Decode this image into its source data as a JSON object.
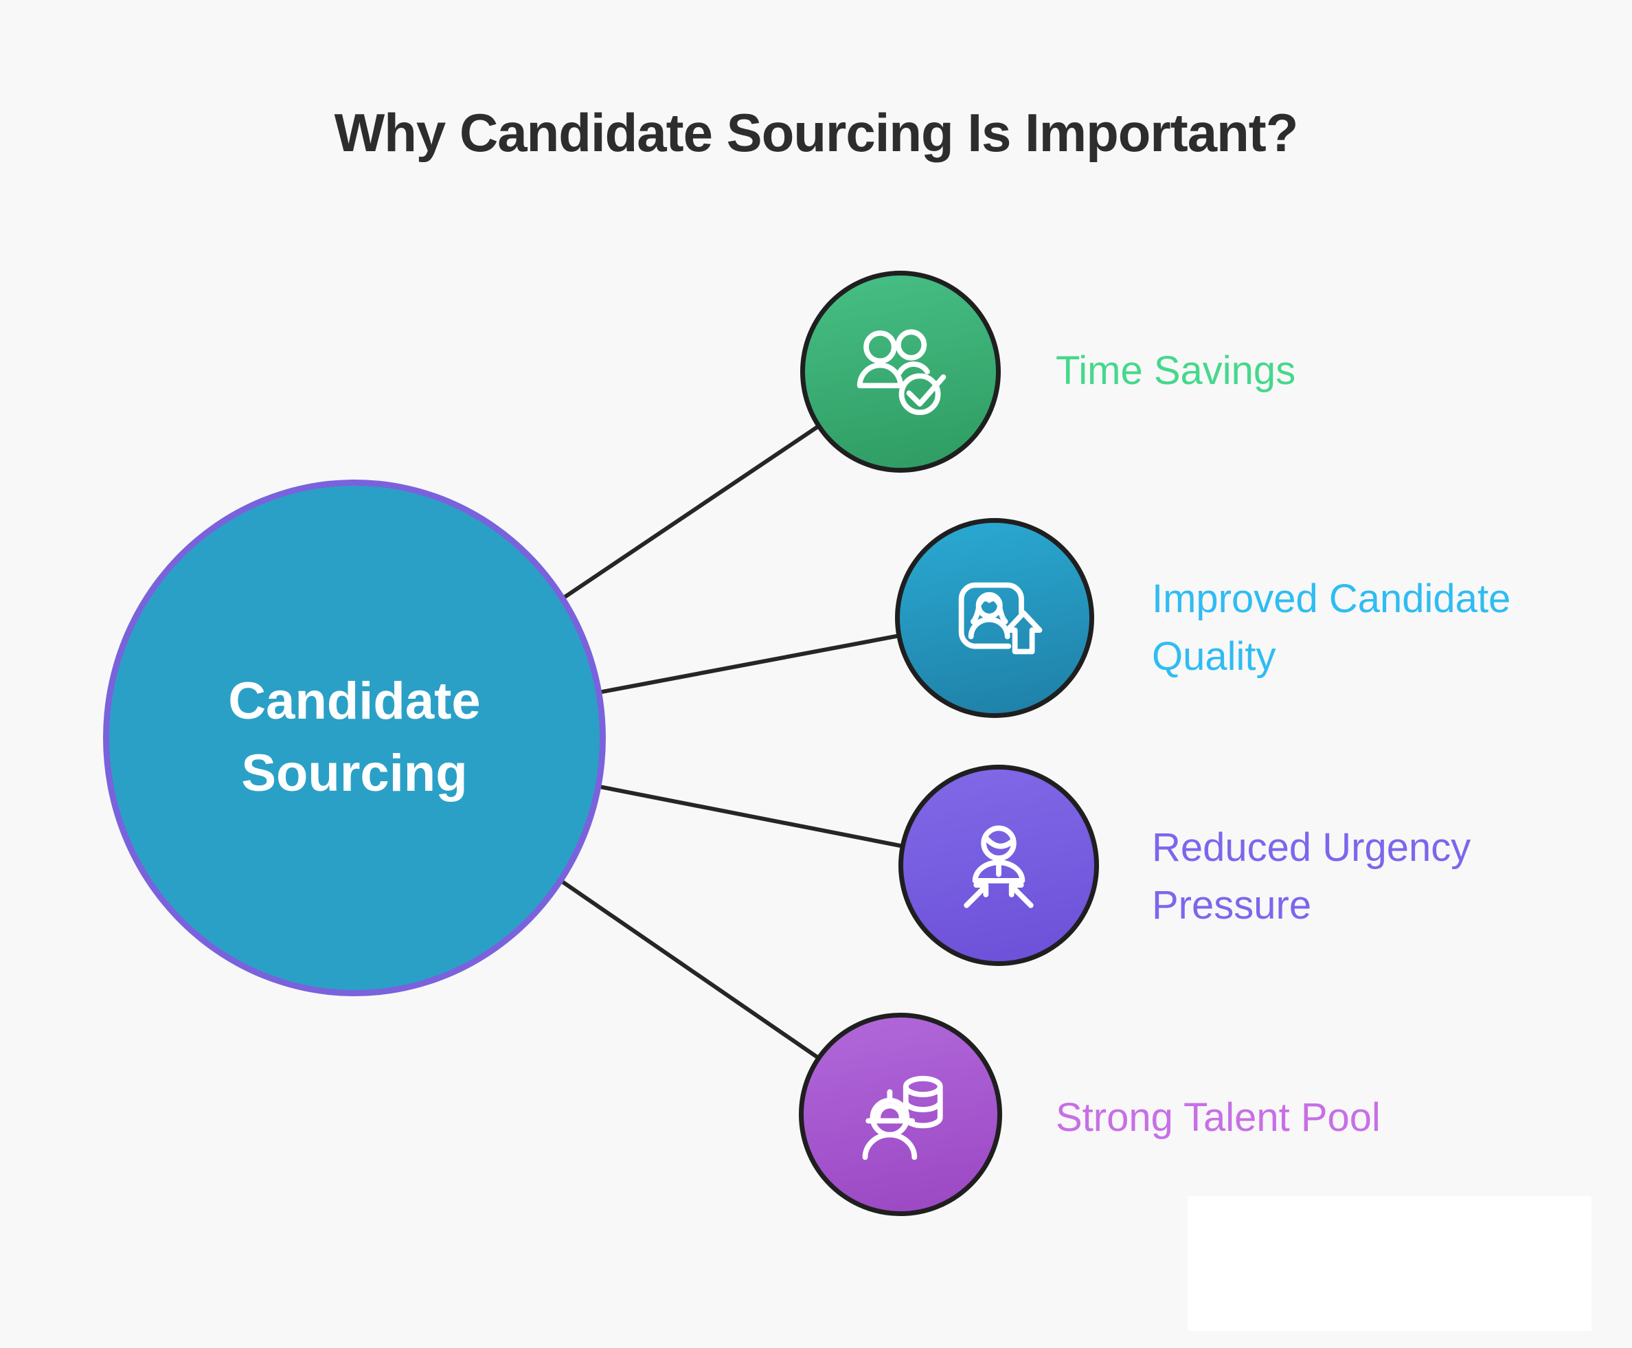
{
  "title": "Why Candidate Sourcing Is Important?",
  "title_color": "#2D2D2D",
  "background_color": "#F8F8F8",
  "connector_color": "#262626",
  "center_node": {
    "label": "Candidate Sourcing",
    "fill_color": "#2BA0C6",
    "border_color": "#7A62DC",
    "text_color": "#FFFFFF"
  },
  "branch_nodes": [
    {
      "label": "Time Savings",
      "label_color": "#45D88C",
      "circle_gradient": [
        "#47BF85",
        "#2E9B62"
      ],
      "icon": "team-check-icon"
    },
    {
      "label": "Improved Candidate Quality",
      "label_color": "#2FBCF2",
      "circle_gradient": [
        "#2AAAD3",
        "#1F7FA6"
      ],
      "icon": "profile-upgrade-icon"
    },
    {
      "label": "Reduced Urgency Pressure",
      "label_color": "#7D66EC",
      "circle_gradient": [
        "#8169E7",
        "#6C50D8"
      ],
      "icon": "person-converging-arrows-icon"
    },
    {
      "label": "Strong Talent Pool",
      "label_color": "#C76FE6",
      "circle_gradient": [
        "#B168DA",
        "#9B47C3"
      ],
      "icon": "person-database-icon"
    }
  ],
  "watermark_box": {
    "background_color": "#FFFFFF",
    "text": ""
  }
}
